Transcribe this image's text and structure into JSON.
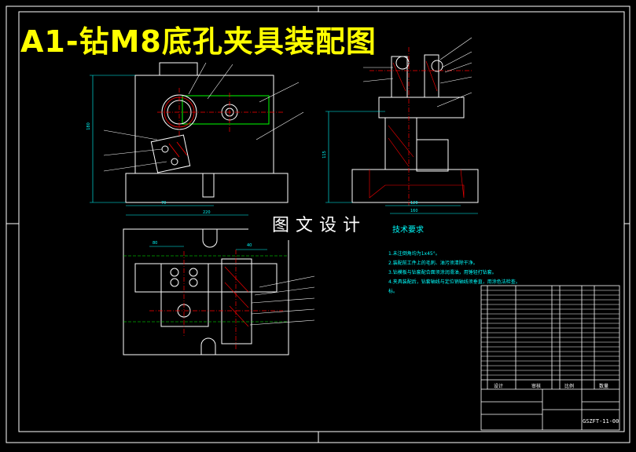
{
  "title": "A1-钻M8底孔夹具装配图",
  "watermark": "图文设计",
  "requirements": {
    "heading": "技术要求",
    "items": [
      "1.未注倒角均为1x45°。",
      "2.装配前工件上的毛刺、油污须清除干净。",
      "3.钻模板与钻套配合面须涂润滑油，用锤轻打钻套。",
      "4.夹具装配后，钻套轴线与定位销轴线须垂直，用涂色法检查。",
      "标。"
    ]
  },
  "title_block": {
    "drawing_number": "GSZFT-11-00",
    "labels": [
      "设计",
      "审核",
      "比例",
      "数量"
    ]
  },
  "dimensions": {
    "front_width_1": "70",
    "front_width_2": "220",
    "front_height": "180",
    "side_width_1": "120",
    "side_width_2": "160",
    "side_height": "115",
    "top_left": "80",
    "top_right": "40"
  },
  "colors": {
    "background": "#000000",
    "outline": "#ffffff",
    "dimension": "#00ffff",
    "centerline": "#ff0000",
    "hidden": "#00ff00",
    "hatch": "#ff0000",
    "title": "#ffff00"
  }
}
